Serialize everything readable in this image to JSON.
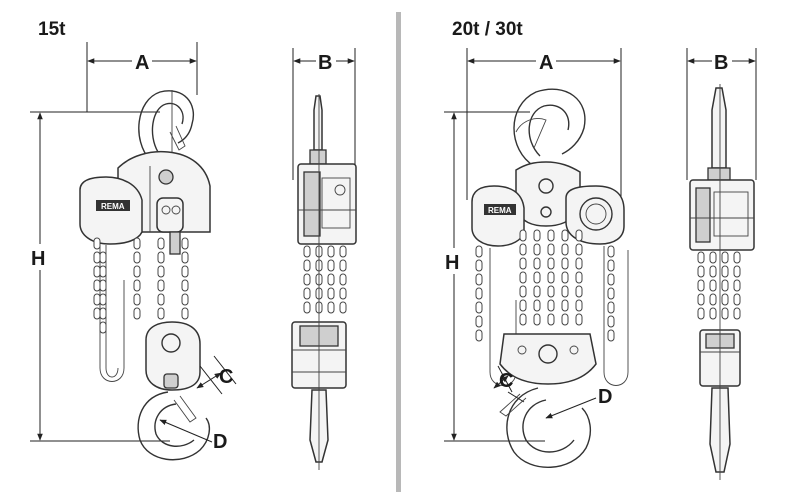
{
  "titles": {
    "left": "15t",
    "right": "20t / 30t"
  },
  "brand": "REMA",
  "dimension_labels": {
    "a": "A",
    "b": "B",
    "h": "H",
    "c": "C",
    "d": "D"
  },
  "colors": {
    "line": "#333333",
    "divider": "#b8b8b8",
    "brand_plate": "#333333"
  }
}
